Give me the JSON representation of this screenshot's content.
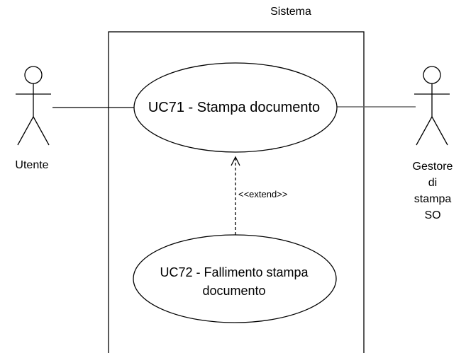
{
  "system": {
    "title": "Sistema"
  },
  "use_cases": {
    "uc71": "UC71 - Stampa documento",
    "uc72_line1": "UC72 - Fallimento stampa",
    "uc72_line2": "documento"
  },
  "actors": {
    "user": "Utente",
    "printer_line1": "Gestore",
    "printer_line2": "di",
    "printer_line3": "stampa",
    "printer_line4": "SO"
  },
  "relations": {
    "extend": "<<extend>>"
  },
  "colors": {
    "stroke": "#000000",
    "association": "#666666",
    "background": "#ffffff"
  }
}
